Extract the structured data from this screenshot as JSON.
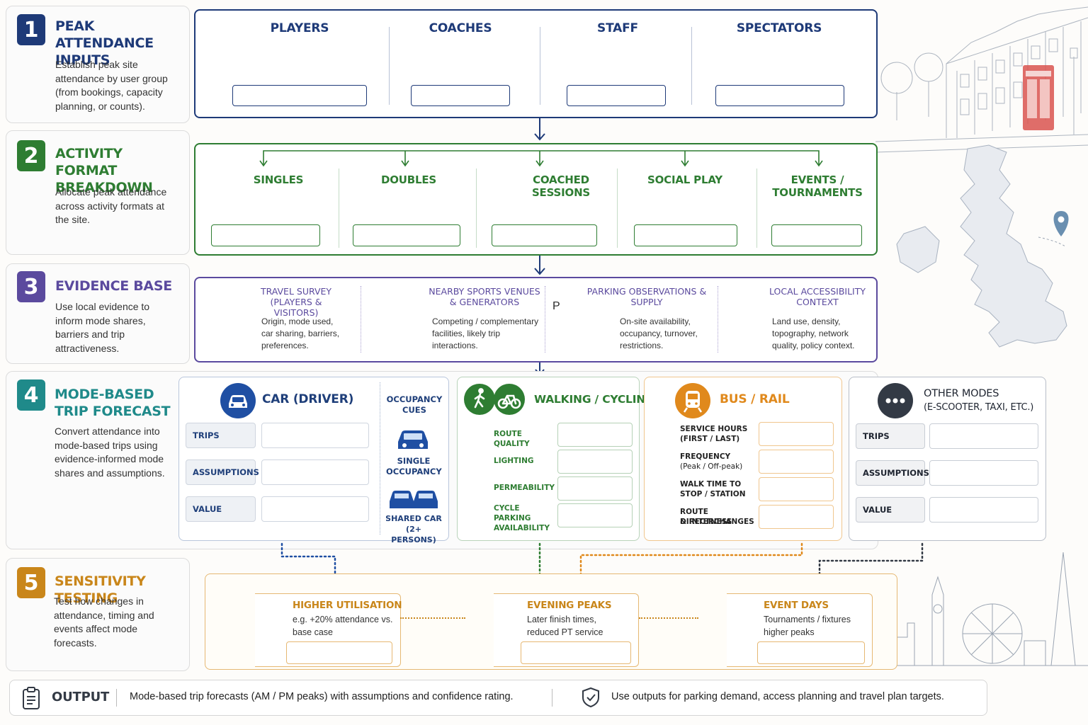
{
  "colors": {
    "navy": "#1e3a78",
    "green": "#2e7d32",
    "purple": "#5b4a9e",
    "teal": "#1f8a8a",
    "orange": "#c9861a",
    "bus_orange": "#e0891c",
    "grey_dark": "#333a45"
  },
  "section1": {
    "number": "1",
    "title": "PEAK ATTENDANCE INPUTS",
    "desc": "Establish peak site attendance by user group (from bookings, capacity planning, or counts).",
    "groups": [
      {
        "label": "PLAYERS",
        "icon": "people-icon"
      },
      {
        "label": "COACHES",
        "icon": "people-icon"
      },
      {
        "label": "STAFF",
        "icon": "staff-badge-icon"
      },
      {
        "label": "SPECTATORS",
        "icon": "people-icon"
      }
    ]
  },
  "section2": {
    "number": "2",
    "title": "ACTIVITY FORMAT BREAKDOWN",
    "desc": "Allocate peak attendance across activity formats at the site.",
    "formats": [
      {
        "label": "SINGLES",
        "icon": "paddle-ball-icon"
      },
      {
        "label": "DOUBLES",
        "icon": "two-paddles-icon"
      },
      {
        "label": "COACHED SESSIONS",
        "icon": "coach-board-icon"
      },
      {
        "label": "SOCIAL PLAY",
        "icon": "group-icon"
      },
      {
        "label": "EVENTS / TOURNAMENTS",
        "icon": "trophy-icon"
      }
    ]
  },
  "section3": {
    "number": "3",
    "title": "EVIDENCE BASE",
    "desc": "Use local evidence to inform mode shares, barriers and trip attractiveness.",
    "items": [
      {
        "title": "TRAVEL SURVEY (PLAYERS & VISITORS)",
        "desc": "Origin, mode used, car sharing, barriers, preferences."
      },
      {
        "title": "NEARBY SPORTS VENUES & GENERATORS",
        "desc": "Competing / complementary facilities, likely trip interactions."
      },
      {
        "title": "PARKING OBSERVATIONS & SUPPLY",
        "desc": "On-site availability, occupancy, turnover, restrictions."
      },
      {
        "title": "LOCAL ACCESSIBILITY CONTEXT",
        "desc": "Land use, density, topography, network quality, policy context."
      }
    ]
  },
  "section4": {
    "number": "4",
    "title": "MODE-BASED TRIP FORECAST",
    "desc": "Convert attendance into mode-based trips using evidence-informed mode shares and assumptions.",
    "car": {
      "title": "CAR (DRIVER)",
      "rows": [
        "TRIPS",
        "ASSUMPTIONS",
        "VALUE"
      ],
      "occupancy_title": "OCCUPANCY CUES",
      "single": "SINGLE OCCUPANCY",
      "shared": "SHARED CAR (2+ PERSONS)"
    },
    "walk": {
      "title": "WALKING / CYCLING",
      "rows": [
        "ROUTE QUALITY",
        "LIGHTING",
        "PERMEABILITY",
        "CYCLE PARKING AVAILABILITY"
      ]
    },
    "bus": {
      "title": "BUS / RAIL",
      "rows": [
        {
          "title": "SERVICE HOURS",
          "sub": "(FIRST / LAST)"
        },
        {
          "title": "FREQUENCY",
          "sub": "(Peak / Off-peak)"
        },
        {
          "title": "WALK TIME TO",
          "sub": "STOP / STATION"
        },
        {
          "title": "ROUTE DIRECTNESS",
          "sub": "& INTERCHANGES"
        }
      ]
    },
    "other": {
      "title": "OTHER MODES",
      "sub": "(E-SCOOTER, TAXI, ETC.)",
      "rows": [
        "TRIPS",
        "ASSUMPTIONS",
        "VALUE"
      ]
    }
  },
  "section5": {
    "number": "5",
    "title": "SENSITIVITY TESTING",
    "desc": "Test how changes in attendance, timing and events affect mode forecasts.",
    "cards": [
      {
        "title": "HIGHER UTILISATION",
        "desc": "e.g. +20% attendance vs. base case",
        "icon": "chart-up-icon"
      },
      {
        "title": "EVENING PEAKS",
        "desc": "Later finish times, reduced PT service",
        "icon": "moon-icon"
      },
      {
        "title": "EVENT DAYS",
        "desc": "Tournaments / fixtures higher peaks",
        "icon": "calendar-icon"
      }
    ]
  },
  "output": {
    "label": "OUTPUT",
    "text": "Mode-based trip forecasts (AM / PM peaks) with assumptions and confidence rating.",
    "use_text": "Use outputs for parking demand, access planning and travel plan targets."
  }
}
